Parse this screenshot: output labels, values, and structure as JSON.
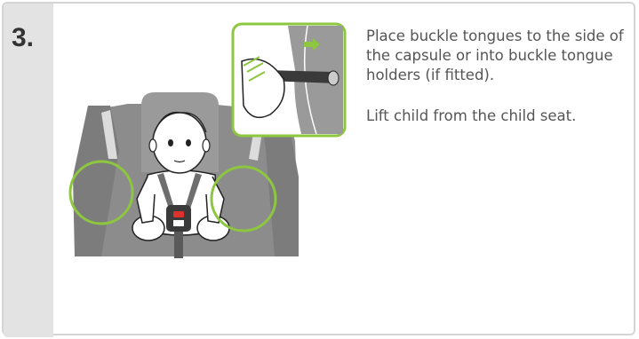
{
  "step": {
    "number": "3.",
    "instructions": [
      "Place buckle tongues to the side of the capsule or into buckle tongue holders (if fitted).",
      "Lift child from the child seat."
    ]
  },
  "colors": {
    "accent": "#8dc63f",
    "seat": "#8c8c8c",
    "seat_dark": "#6e6e6e",
    "badge_bg": "#e3e3e3",
    "buckle_red": "#e0302b"
  }
}
